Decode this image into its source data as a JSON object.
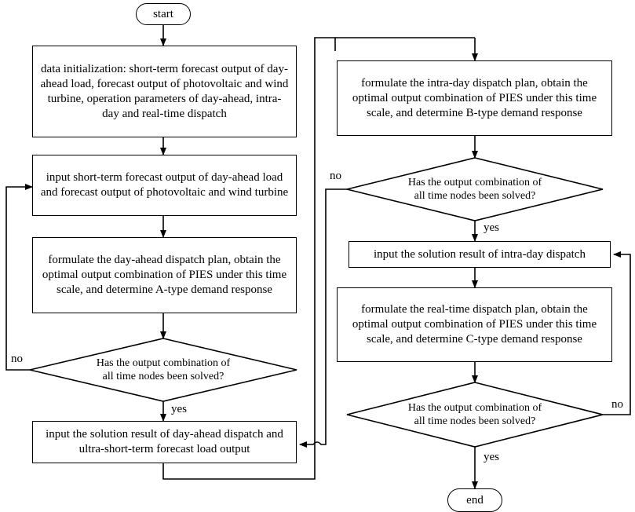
{
  "nodes": {
    "start": "start",
    "end": "end",
    "init": "data initialization: short-term forecast output of day-ahead load, forecast output of photovoltaic and wind turbine, operation parameters of day-ahead, intra-day and real-time dispatch",
    "input_forecast": "input short-term forecast output of day-ahead load and forecast output of photovoltaic and wind turbine",
    "day_ahead_plan": "formulate the day-ahead dispatch plan, obtain the optimal output combination of PIES under this time scale, and determine A-type demand response",
    "decision_1": "Has the output combination of all time nodes been solved?",
    "input_day_ahead_result": "input the solution result of day-ahead dispatch and ultra-short-term forecast load output",
    "intra_day_plan": "formulate the intra-day dispatch plan, obtain the optimal output combination of PIES under this time scale, and determine B-type demand response",
    "decision_2": "Has the output combination of all time nodes been solved?",
    "input_intra_day_result": "input the solution result of intra-day dispatch",
    "real_time_plan": "formulate the real-time dispatch plan, obtain the optimal output combination of PIES under this time scale, and determine C-type demand response",
    "decision_3": "Has the output combination of all time nodes been solved?"
  },
  "labels": {
    "yes": "yes",
    "no": "no"
  }
}
